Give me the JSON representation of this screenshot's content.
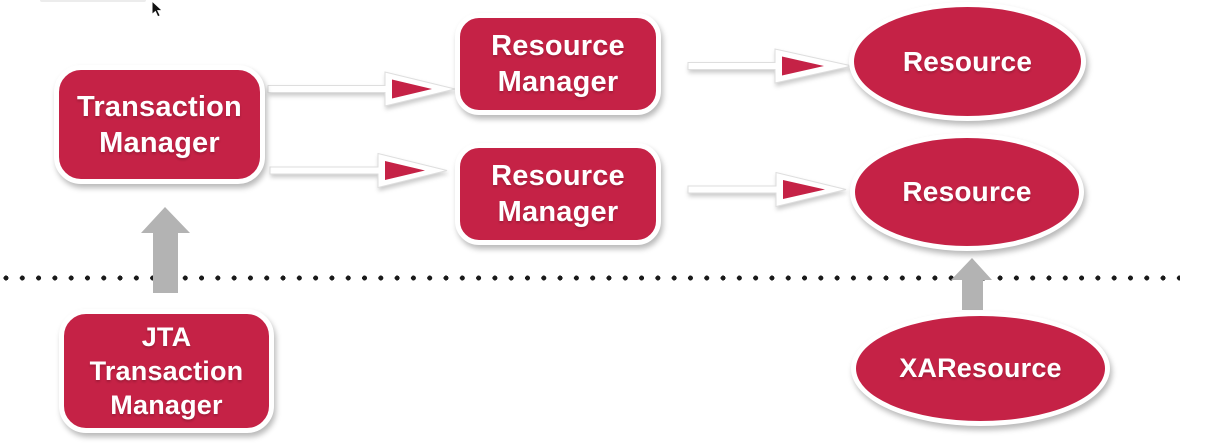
{
  "colors": {
    "node_fill": "#c52246",
    "node_border": "#ffffff",
    "node_text": "#ffffff",
    "gray_arrow": "#b3b3b3",
    "dotted_line": "#1a1a1a",
    "background": "#ffffff"
  },
  "nodes": {
    "tm": {
      "shape": "rounded-rect",
      "lines": [
        "Transaction",
        "Manager"
      ]
    },
    "rm_top": {
      "shape": "rounded-rect",
      "lines": [
        "Resource",
        "Manager"
      ]
    },
    "rm_bottom": {
      "shape": "rounded-rect",
      "lines": [
        "Resource",
        "Manager"
      ]
    },
    "resource_top": {
      "shape": "ellipse",
      "lines": [
        "Resource"
      ]
    },
    "resource_bottom": {
      "shape": "ellipse",
      "lines": [
        "Resource"
      ]
    },
    "jta": {
      "shape": "rounded-rect",
      "lines": [
        "JTA",
        "Transaction",
        "Manager"
      ]
    },
    "xa": {
      "shape": "ellipse",
      "lines": [
        "XAResource"
      ]
    }
  },
  "connections": [
    {
      "from": "transaction-manager",
      "to": "resource-manager-top",
      "style": "white-shaft-red-head-arrow",
      "direction": "right"
    },
    {
      "from": "transaction-manager",
      "to": "resource-manager-bottom",
      "style": "white-shaft-red-head-arrow",
      "direction": "right"
    },
    {
      "from": "resource-manager-top",
      "to": "resource-top",
      "style": "white-shaft-red-head-arrow",
      "direction": "right"
    },
    {
      "from": "resource-manager-bottom",
      "to": "resource-bottom",
      "style": "white-shaft-red-head-arrow",
      "direction": "right"
    },
    {
      "from": "jta-transaction-manager",
      "to": "transaction-manager",
      "style": "gray-block-arrow",
      "direction": "up"
    },
    {
      "from": "xaresource",
      "to": "resource-bottom",
      "style": "gray-block-arrow",
      "direction": "up"
    }
  ],
  "divider": {
    "style": "horizontal-dotted-line"
  },
  "icons": {
    "mouse_cursor": "arrow-pointer"
  }
}
